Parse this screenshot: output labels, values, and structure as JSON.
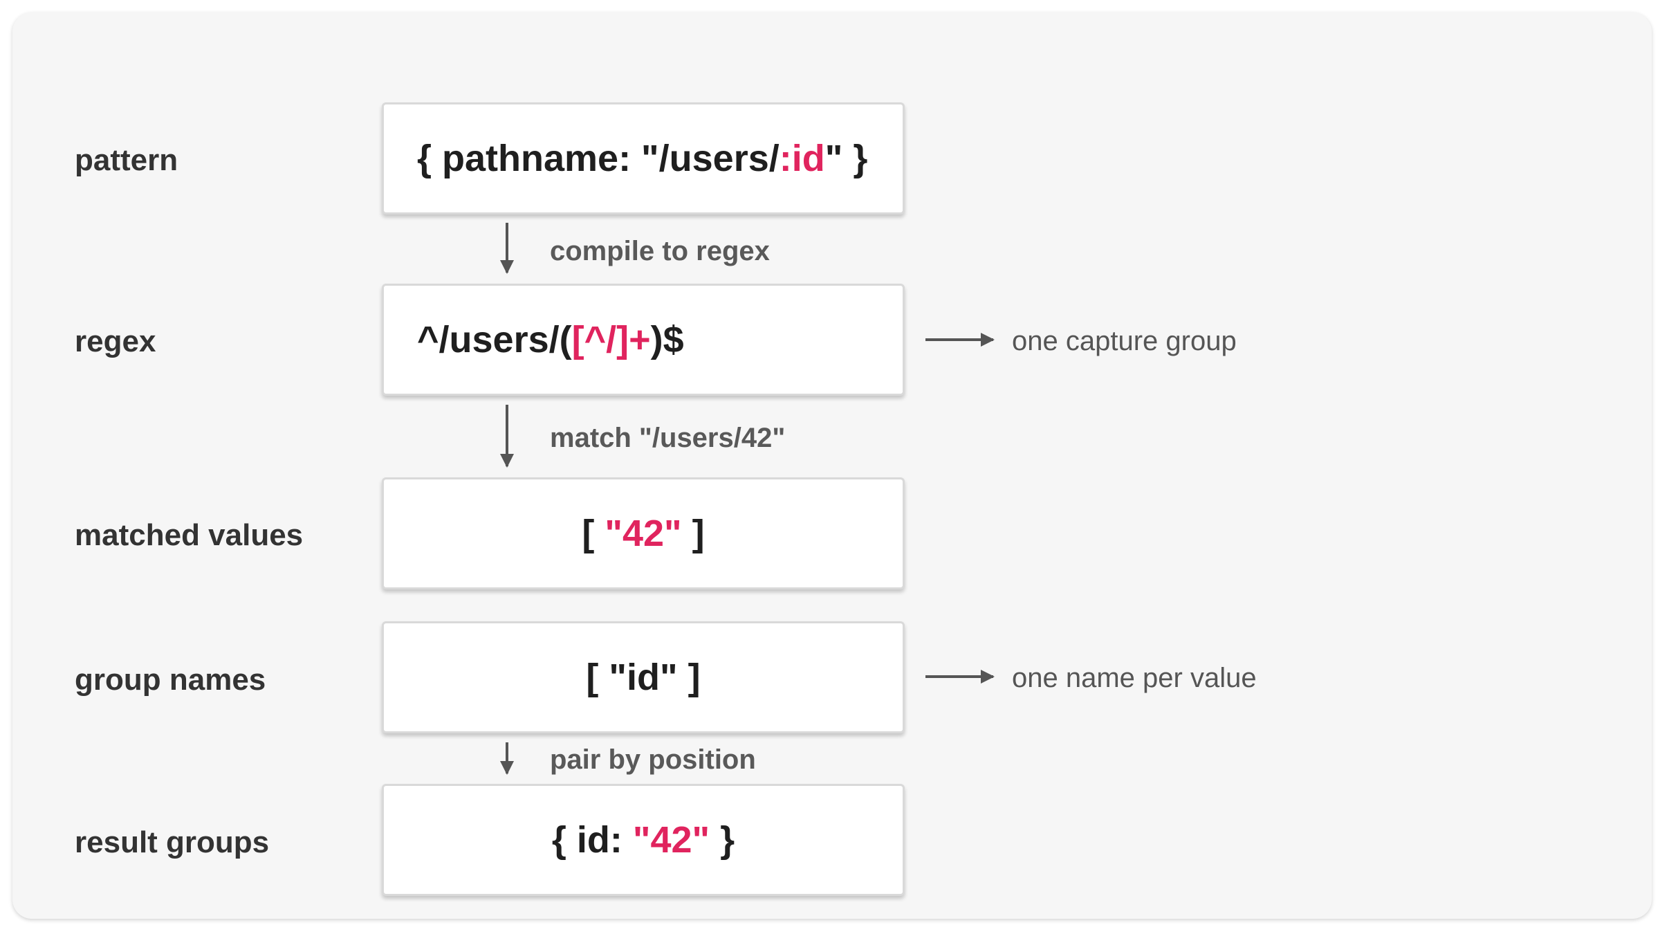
{
  "rows": {
    "pattern": {
      "label": "pattern",
      "parts": [
        "{ pathname: \"/users/",
        ":id",
        "\" }"
      ]
    },
    "regex": {
      "label": "regex",
      "parts": [
        "^/users/(",
        "[^/]+",
        ")$"
      ]
    },
    "matched_values": {
      "label": "matched values",
      "parts": [
        "[ ",
        "\"42\"",
        " ]"
      ]
    },
    "group_names": {
      "label": "group names",
      "text": "[ \"id\" ]"
    },
    "result_groups": {
      "label": "result groups",
      "parts": [
        "{ id: ",
        "\"42\"",
        " }"
      ]
    }
  },
  "steps": {
    "compile": "compile to regex",
    "match": "match \"/users/42\"",
    "pair": "pair by position"
  },
  "notes": {
    "capture": "one capture group",
    "names": "one name per value"
  },
  "colors": {
    "highlight": "#e0245e",
    "text": "#1f1f1f",
    "arrow": "#555555",
    "background": "#f6f6f6"
  }
}
